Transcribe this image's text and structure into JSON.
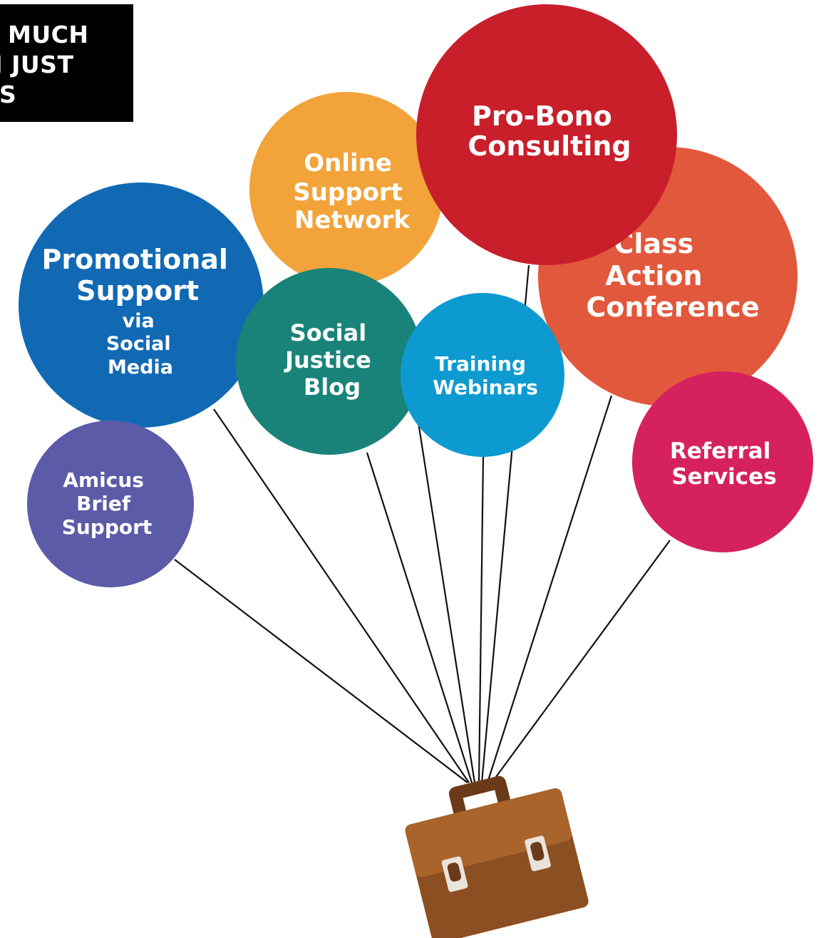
{
  "banner": {
    "line1": "E MUCH",
    "line2": "N JUST",
    "line3": "TS"
  },
  "balloons": {
    "online_support_network": {
      "lines": [
        "Online",
        "Support",
        "Network"
      ],
      "color": "#F2A33A"
    },
    "pro_bono_consulting": {
      "lines": [
        "Pro-Bono",
        "Consulting"
      ],
      "color": "#C81F2B"
    },
    "class_action_conference": {
      "lines": [
        "Class",
        "Action",
        "Conference"
      ],
      "color": "#E2583C"
    },
    "promotional_support": {
      "lines": [
        "Promotional",
        "Support"
      ],
      "sub": [
        "via",
        "Social",
        "Media"
      ],
      "color": "#1169B4"
    },
    "social_justice_blog": {
      "lines": [
        "Social",
        "Justice",
        "Blog"
      ],
      "color": "#198379"
    },
    "training_webinars": {
      "lines": [
        "Training",
        "Webinars"
      ],
      "color": "#0D9AD0"
    },
    "amicus_brief_support": {
      "lines": [
        "Amicus",
        "Brief",
        "Support"
      ],
      "color": "#5B5BA7"
    },
    "referral_services": {
      "lines": [
        "Referral",
        "Services"
      ],
      "color": "#D6215F"
    }
  },
  "briefcase": {
    "color": "#8B4F22",
    "handle_color": "#6B3A18",
    "flap_color": "#A9642B",
    "clasp_color": "#E9E3DA"
  },
  "string_color": "#111111"
}
